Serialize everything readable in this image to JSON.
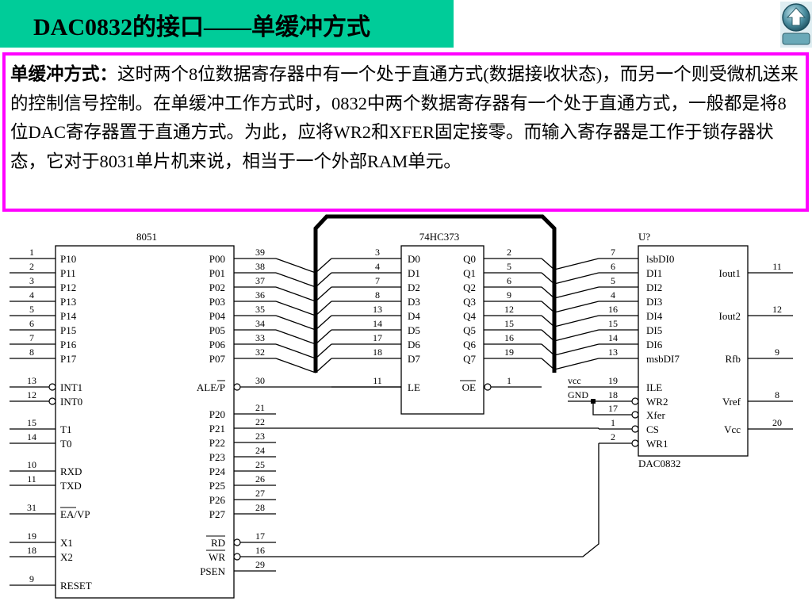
{
  "title": "DAC0832的接口——单缓冲方式",
  "description": {
    "term": "单缓冲方式：",
    "body": "这时两个8位数据寄存器中有一个处于直通方式(数据接收状态)，而另一个则受微机送来的控制信号控制。在单缓冲工作方式时，0832中两个数据寄存器有一个处于直通方式，一般都是将8位DAC寄存器置于直通方式。为此，应将WR2和XFER固定接零。而输入寄存器是工作于锁存器状态，它对于8031单片机来说，相当于一个外部RAM单元。"
  },
  "nav": {
    "home_icon": "home-up-arrow-icon"
  },
  "colors": {
    "title_bar": "#00cc99",
    "border": "#ff00ff",
    "line": "#000000"
  },
  "schematic": {
    "mcu": {
      "name": "8051",
      "left_pins": [
        {
          "num": "1",
          "label": "P10"
        },
        {
          "num": "2",
          "label": "P11"
        },
        {
          "num": "3",
          "label": "P12"
        },
        {
          "num": "4",
          "label": "P13"
        },
        {
          "num": "5",
          "label": "P14"
        },
        {
          "num": "6",
          "label": "P15"
        },
        {
          "num": "7",
          "label": "P16"
        },
        {
          "num": "8",
          "label": "P17"
        },
        {
          "num": "13",
          "label": "INT1"
        },
        {
          "num": "12",
          "label": "INT0"
        },
        {
          "num": "15",
          "label": "T1"
        },
        {
          "num": "14",
          "label": "T0"
        },
        {
          "num": "10",
          "label": "RXD"
        },
        {
          "num": "11",
          "label": "TXD"
        },
        {
          "num": "31",
          "label": "EA/VP"
        },
        {
          "num": "19",
          "label": "X1"
        },
        {
          "num": "18",
          "label": "X2"
        },
        {
          "num": "9",
          "label": "RESET"
        }
      ],
      "right_pins": [
        {
          "num": "39",
          "label": "P00"
        },
        {
          "num": "38",
          "label": "P01"
        },
        {
          "num": "37",
          "label": "P02"
        },
        {
          "num": "36",
          "label": "P03"
        },
        {
          "num": "35",
          "label": "P04"
        },
        {
          "num": "34",
          "label": "P05"
        },
        {
          "num": "33",
          "label": "P06"
        },
        {
          "num": "32",
          "label": "P07"
        },
        {
          "num": "30",
          "label": "ALE/P"
        },
        {
          "num": "21",
          "label": "P20"
        },
        {
          "num": "22",
          "label": "P21"
        },
        {
          "num": "23",
          "label": "P22"
        },
        {
          "num": "24",
          "label": "P23"
        },
        {
          "num": "25",
          "label": "P24"
        },
        {
          "num": "26",
          "label": "P25"
        },
        {
          "num": "27",
          "label": "P26"
        },
        {
          "num": "28",
          "label": "P27"
        },
        {
          "num": "17",
          "label": "RD"
        },
        {
          "num": "16",
          "label": "WR"
        },
        {
          "num": "29",
          "label": "PSEN"
        }
      ]
    },
    "latch": {
      "name": "74HC373",
      "left_pins": [
        {
          "num": "3",
          "label": "D0"
        },
        {
          "num": "4",
          "label": "D1"
        },
        {
          "num": "7",
          "label": "D2"
        },
        {
          "num": "8",
          "label": "D3"
        },
        {
          "num": "13",
          "label": "D4"
        },
        {
          "num": "14",
          "label": "D5"
        },
        {
          "num": "17",
          "label": "D6"
        },
        {
          "num": "18",
          "label": "D7"
        },
        {
          "num": "11",
          "label": "LE"
        }
      ],
      "right_pins": [
        {
          "num": "2",
          "label": "Q0"
        },
        {
          "num": "5",
          "label": "Q1"
        },
        {
          "num": "6",
          "label": "Q2"
        },
        {
          "num": "9",
          "label": "Q3"
        },
        {
          "num": "12",
          "label": "Q4"
        },
        {
          "num": "15",
          "label": "Q5"
        },
        {
          "num": "16",
          "label": "Q6"
        },
        {
          "num": "19",
          "label": "Q7"
        },
        {
          "num": "1",
          "label": "OE"
        }
      ]
    },
    "dac": {
      "ref": "U?",
      "name": "DAC0832",
      "left_pins": [
        {
          "num": "7",
          "label": "lsbDI0"
        },
        {
          "num": "6",
          "label": "DI1"
        },
        {
          "num": "5",
          "label": "DI2"
        },
        {
          "num": "4",
          "label": "DI3"
        },
        {
          "num": "16",
          "label": "DI4"
        },
        {
          "num": "15",
          "label": "DI5"
        },
        {
          "num": "14",
          "label": "DI6"
        },
        {
          "num": "13",
          "label": "msbDI7"
        },
        {
          "num": "19",
          "label": "ILE"
        },
        {
          "num": "18",
          "label": "WR2"
        },
        {
          "num": "17",
          "label": "Xfer"
        },
        {
          "num": "1",
          "label": "CS"
        },
        {
          "num": "2",
          "label": "WR1"
        }
      ],
      "right_pins": [
        {
          "num": "11",
          "label": "Iout1"
        },
        {
          "num": "12",
          "label": "Iout2"
        },
        {
          "num": "9",
          "label": "Rfb"
        },
        {
          "num": "8",
          "label": "Vref"
        },
        {
          "num": "20",
          "label": "Vcc"
        }
      ],
      "vcc_label": "vcc",
      "gnd_label": "GND"
    }
  }
}
